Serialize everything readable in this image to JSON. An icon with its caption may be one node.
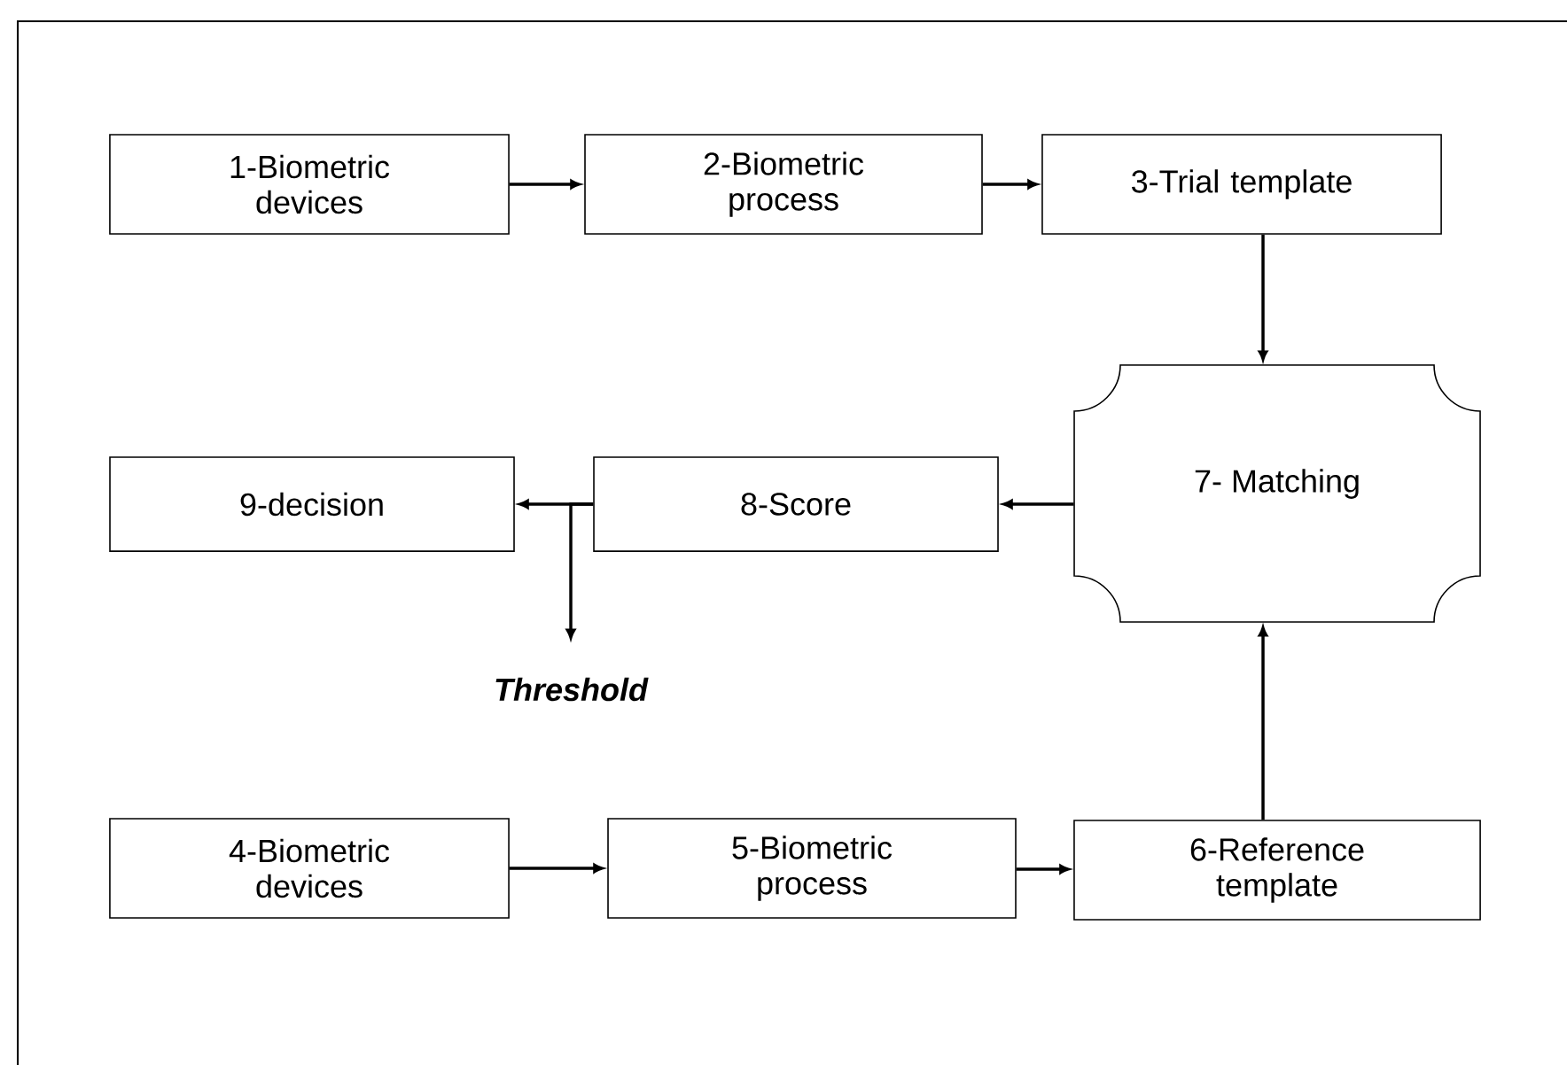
{
  "diagram": {
    "nodes": [
      {
        "text": [
          "1-Biometric devices"
        ]
      },
      {
        "text": [
          "2-Biometric process"
        ]
      },
      {
        "text": [
          "3-Trial template"
        ]
      },
      {
        "text": [
          "9-decision"
        ]
      },
      {
        "text": [
          "8-Score"
        ]
      },
      {
        "text": [
          "7- Matching"
        ]
      },
      {
        "text": [
          "Threshold"
        ]
      },
      {
        "text": [
          "4-Biometric devices"
        ]
      },
      {
        "text": [
          "5-Biometric process"
        ]
      },
      {
        "text": [
          "6-Reference template"
        ]
      }
    ],
    "edges": [
      {
        "from": 0,
        "to": 1,
        "arrow": "to"
      },
      {
        "from": 1,
        "to": 2,
        "arrow": "to"
      },
      {
        "from": 2,
        "to": 5,
        "arrow": "to"
      },
      {
        "from": 5,
        "to": 4,
        "arrow": "to"
      },
      {
        "from": 4,
        "to": 3,
        "arrow": "to"
      },
      {
        "from": 4,
        "to": 6,
        "arrow": "to"
      },
      {
        "from": 7,
        "to": 8,
        "arrow": "to"
      },
      {
        "from": 8,
        "to": 9,
        "arrow": "to"
      },
      {
        "from": 9,
        "to": 5,
        "arrow": "to"
      }
    ]
  }
}
